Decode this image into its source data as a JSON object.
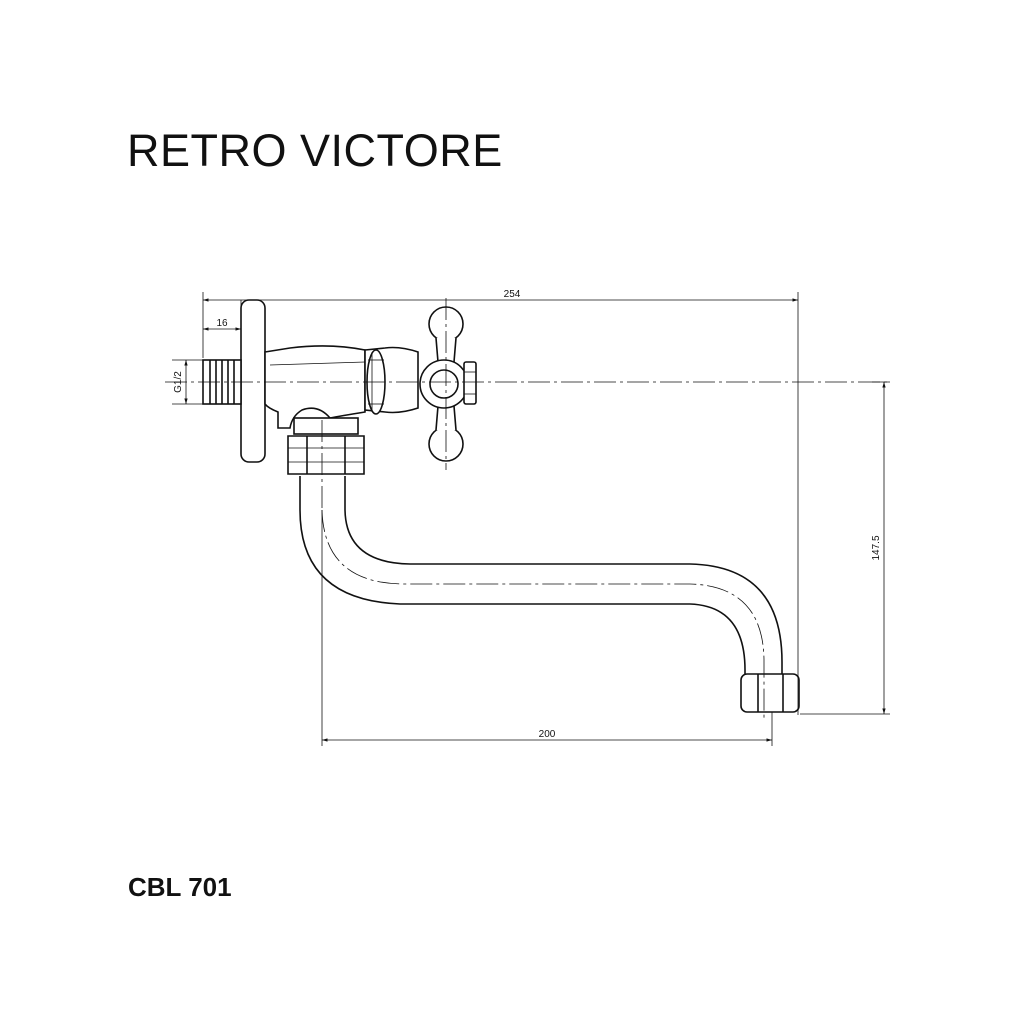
{
  "title": "RETRO VICTORE",
  "model": "CBL 701",
  "dimensions": {
    "overall_length": "254",
    "flange_depth": "16",
    "thread": "G1/2",
    "height": "147.5",
    "spout_reach": "200"
  }
}
